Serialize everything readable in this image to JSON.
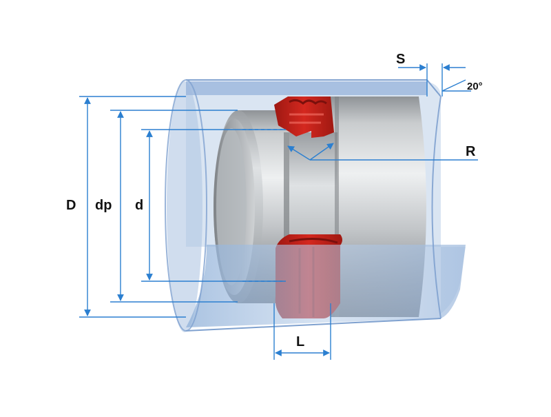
{
  "labels": {
    "D": "D",
    "dp": "dp",
    "d": "d",
    "S": "S",
    "angle": "20°",
    "R": "R",
    "L": "L"
  },
  "colors": {
    "dimension_line": "#2b7fd0",
    "seal": "#c8221c",
    "seal_dark": "#8e1410",
    "sleeve": "#a9c1e0",
    "piston": "#b8bcc0"
  }
}
